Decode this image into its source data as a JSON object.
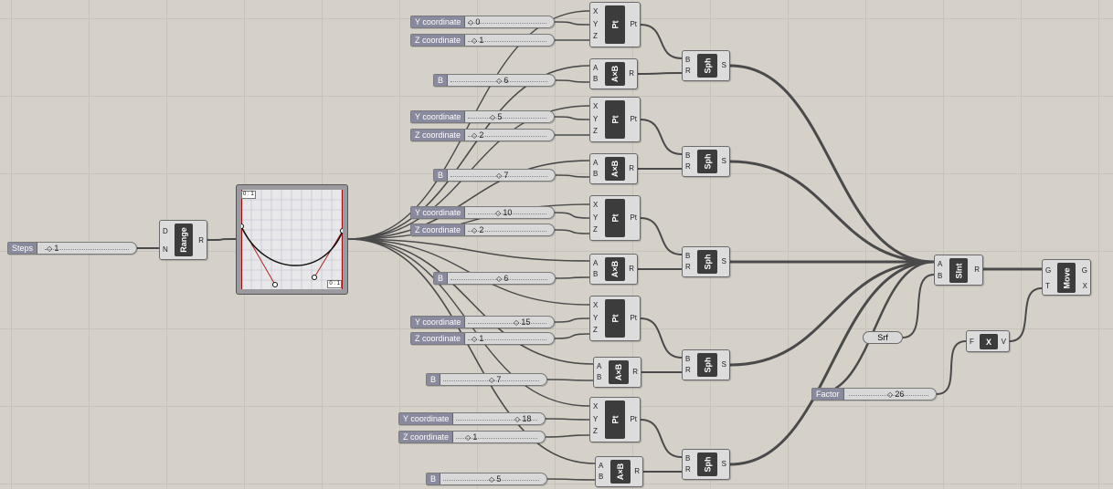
{
  "canvas": {
    "background": "#d5d1c9",
    "wire_color": "#4a4a4a"
  },
  "steps_slider": {
    "label": "Steps",
    "value": "1"
  },
  "range": {
    "title": "Range",
    "inputs": [
      "D",
      "N"
    ],
    "outputs": [
      "R"
    ]
  },
  "graph_mapper": {
    "domain_top": "0 : 1",
    "domain_bottom": "0 : 1"
  },
  "groups": [
    {
      "y_label": "Y coordinate",
      "y_value": "0",
      "z_label": "Z coordinate",
      "z_value": "1",
      "b_label": "B",
      "b_value": "6"
    },
    {
      "y_label": "Y coordinate",
      "y_value": "5",
      "z_label": "Z coordinate",
      "z_value": "2",
      "b_label": "B",
      "b_value": "7"
    },
    {
      "y_label": "Y coordinate",
      "y_value": "10",
      "z_label": "Z coordinate",
      "z_value": "2",
      "b_label": "B",
      "b_value": "6"
    },
    {
      "y_label": "Y coordinate",
      "y_value": "15",
      "z_label": "Z coordinate",
      "z_value": "1",
      "b_label": "B",
      "b_value": "7"
    },
    {
      "y_label": "Y coordinate",
      "y_value": "18",
      "z_label": "Z coordinate",
      "z_value": "1",
      "b_label": "B",
      "b_value": "5"
    }
  ],
  "pt": {
    "title": "Pt",
    "inputs": [
      "X",
      "Y",
      "Z"
    ],
    "output": "Pt"
  },
  "mult": {
    "title": "A×B",
    "inputs": [
      "A",
      "B"
    ],
    "output": "R"
  },
  "sph": {
    "title": "Sph",
    "inputs": [
      "B",
      "R"
    ],
    "output": "S"
  },
  "sint": {
    "title": "SInt",
    "inputs": [
      "A",
      "B"
    ],
    "output": "R"
  },
  "srf": {
    "label": "Srf"
  },
  "factor": {
    "label": "Factor",
    "value": "26"
  },
  "xvec": {
    "title": "X",
    "input": "F",
    "output": "V"
  },
  "move": {
    "title": "Move",
    "inputs": [
      "G",
      "T"
    ],
    "outputs": [
      "G",
      "X"
    ]
  }
}
